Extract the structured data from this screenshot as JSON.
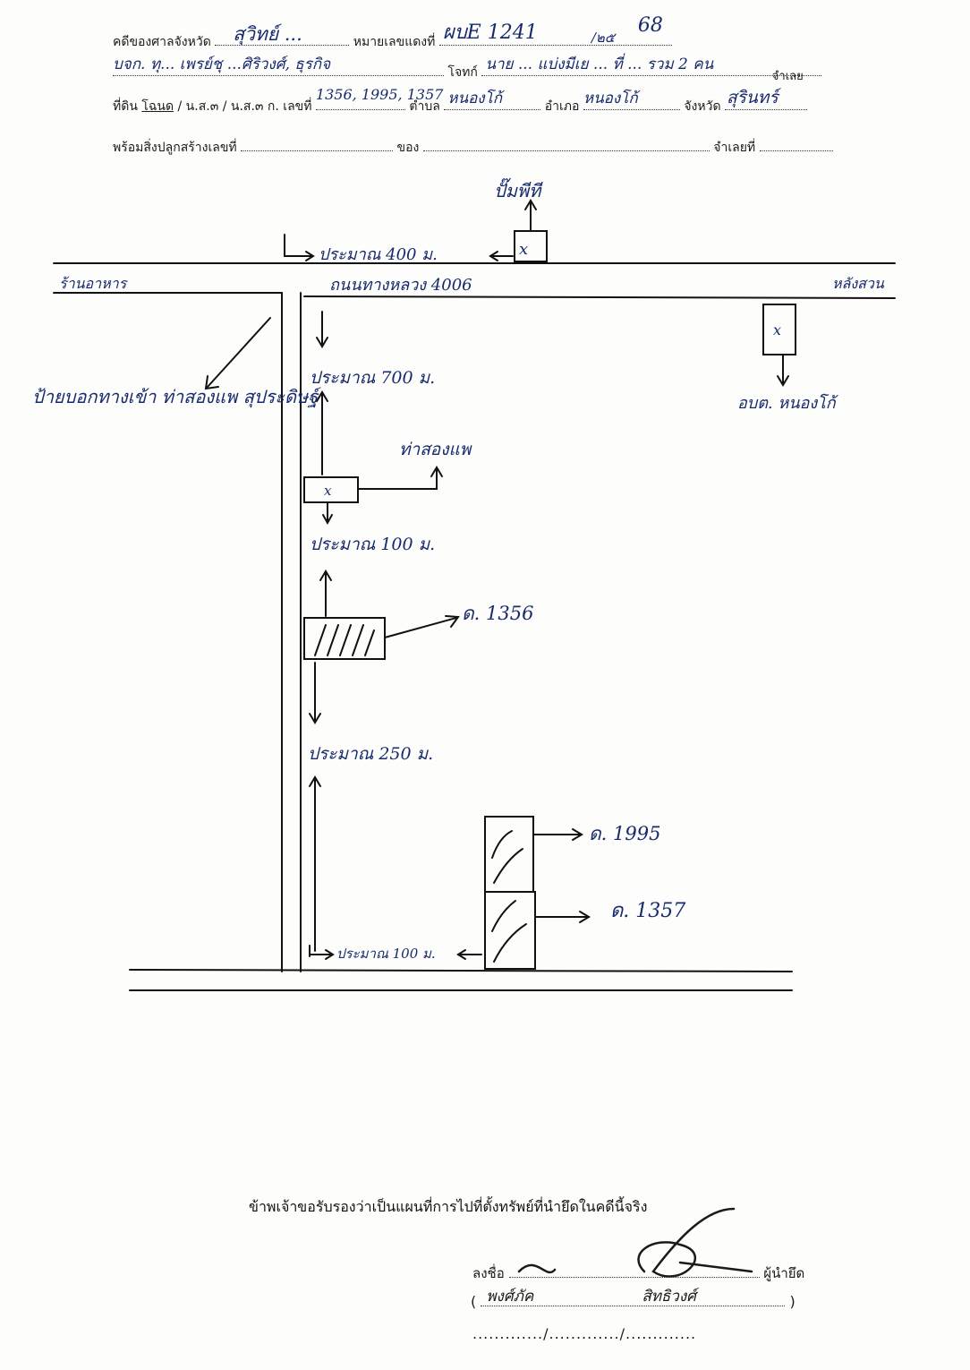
{
  "form": {
    "row1": {
      "label_case": "คดีของศาลจังหวัด",
      "hw_court": "สุวิทย์ ...",
      "label_black_no": "หมายเลขแดงที่",
      "hw_black_no": "ผบE 1241",
      "hw_year_prefix": "/๒๕",
      "hw_year": "68"
    },
    "row2": {
      "hw_plaintiff": "บจก. ทุ... เพรย์ชุ ...ศิริวงศ์, ธุรกิจ",
      "label_defendant": "โจทก์",
      "hw_defendant": "นาย ... แบ่งมีเย ... ที่ ... รวม 2 คน",
      "label_defendant_suffix": "จำเลย"
    },
    "row3": {
      "label_land": "ที่ดิน",
      "label_chanote": "โฉนด",
      "label_types": "/ น.ส.๓ / น.ส.๓ ก. เลขที่",
      "hw_land_no": "1356, 1995, 1357",
      "label_tambon": "ตำบล",
      "hw_tambon": "หนองโก้",
      "label_amphoe": "อำเภอ",
      "hw_amphoe": "หนองโก้",
      "label_province": "จังหวัด",
      "hw_province": "สุรินทร์"
    },
    "row4": {
      "label_building": "พร้อมสิ่งปลูกสร้างเลขที่",
      "label_of": "ของ",
      "label_defendant_no": "จำเลยที่"
    }
  },
  "map": {
    "label_pump": "ปั๊มพีที",
    "label_dist_400": "ประมาณ 400 ม.",
    "label_left_road": "ร้านอาหาร",
    "label_highway": "ถนนทางหลวง 4006",
    "label_right_road": "หลังสวน",
    "label_dist_700": "ประมาณ 700 ม.",
    "label_tambon_office": "อบต. หนองโก้",
    "label_sign": "ป้ายบอกทางเข้า ท่าสองแพ สุประดิษฐ์",
    "label_tha_song_phae": "ท่าสองแพ",
    "label_dist_100a": "ประมาณ 100 ม.",
    "label_plot_1356": "ด. 1356",
    "label_dist_250": "ประมาณ 250 ม.",
    "label_plot_1995": "ด. 1995",
    "label_plot_1357": "ด. 1357",
    "label_dist_100b": "ประมาณ 100 ม.",
    "x_mark": "x"
  },
  "footer": {
    "certify": "ข้าพเจ้าขอรับรองว่าเป็นแผนที่การไปที่ตั้งทรัพย์ที่นำยึดในคดีนี้จริง",
    "label_sign": "ลงชื่อ",
    "label_seizer": "ผู้นำยึด",
    "hw_name_first": "พงศ์ภัค",
    "hw_name_last": "สิทธิวงศ์",
    "date_line": "............./............./............."
  }
}
